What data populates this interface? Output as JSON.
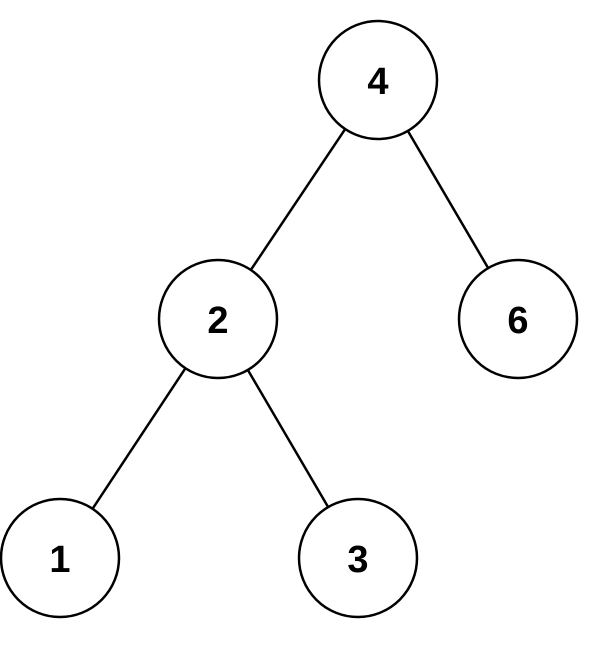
{
  "tree": {
    "nodes": [
      {
        "id": "n4",
        "label": "4"
      },
      {
        "id": "n2",
        "label": "2"
      },
      {
        "id": "n6",
        "label": "6"
      },
      {
        "id": "n1",
        "label": "1"
      },
      {
        "id": "n3",
        "label": "3"
      }
    ],
    "edges": [
      {
        "from": "n4",
        "to": "n2"
      },
      {
        "from": "n4",
        "to": "n6"
      },
      {
        "from": "n2",
        "to": "n1"
      },
      {
        "from": "n2",
        "to": "n3"
      }
    ],
    "colors": {
      "stroke": "#000000",
      "fill": "#ffffff"
    }
  }
}
